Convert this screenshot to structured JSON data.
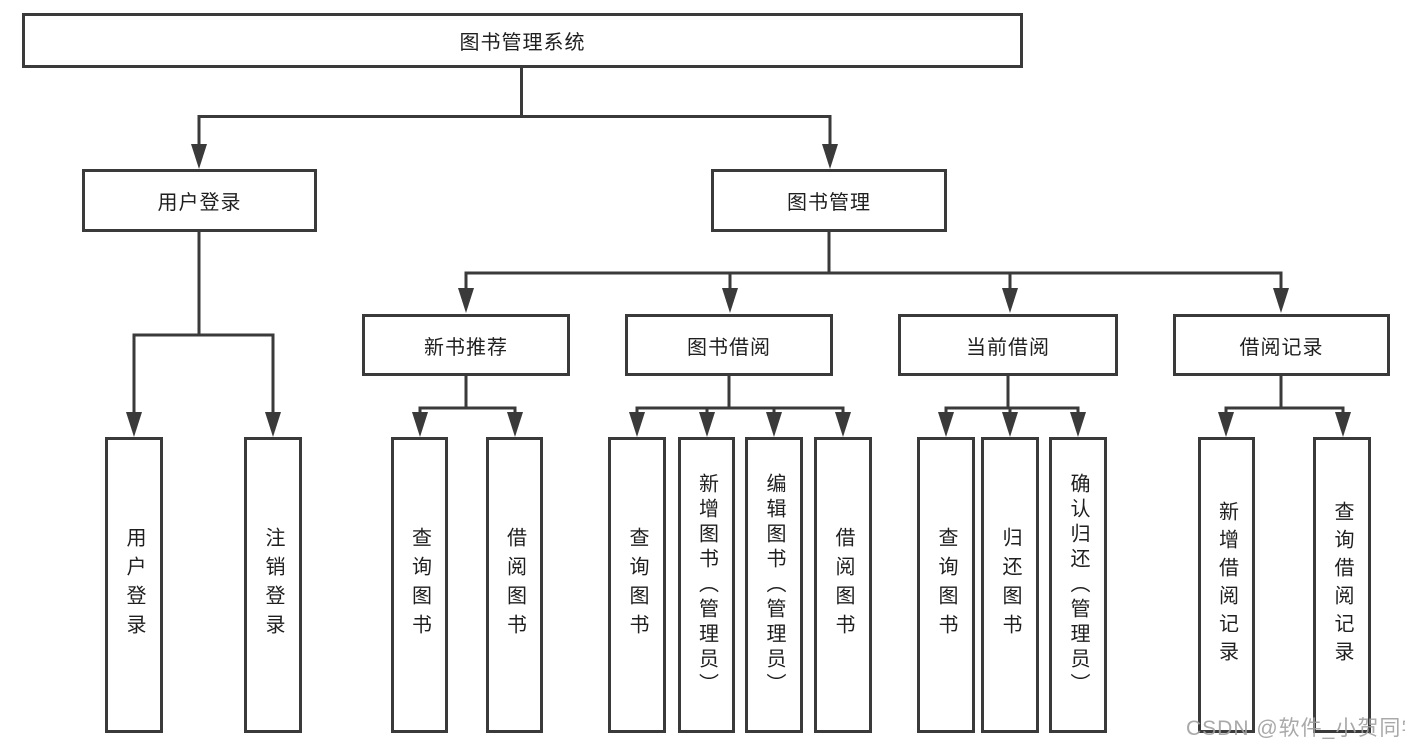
{
  "diagram": {
    "type": "tree",
    "root": {
      "label": "图书管理系统",
      "children": [
        {
          "label": "用户登录",
          "children": [
            {
              "label": "用户登录"
            },
            {
              "label": "注销登录"
            }
          ]
        },
        {
          "label": "图书管理",
          "children": [
            {
              "label": "新书推荐",
              "children": [
                {
                  "label": "查询图书"
                },
                {
                  "label": "借阅图书"
                }
              ]
            },
            {
              "label": "图书借阅",
              "children": [
                {
                  "label": "查询图书"
                },
                {
                  "label": "新增图书（管理员）"
                },
                {
                  "label": "编辑图书（管理员）"
                },
                {
                  "label": "借阅图书"
                }
              ]
            },
            {
              "label": "当前借阅",
              "children": [
                {
                  "label": "查询图书"
                },
                {
                  "label": "归还图书"
                },
                {
                  "label": "确认归还（管理员）"
                }
              ]
            },
            {
              "label": "借阅记录",
              "children": [
                {
                  "label": "新增借阅记录"
                },
                {
                  "label": "查询借阅记录"
                }
              ]
            }
          ]
        }
      ]
    }
  },
  "watermark": {
    "text": "CSDN @软件_小贺同学"
  },
  "colors": {
    "line": "#3a3a3a",
    "box_border": "#3a3a3a",
    "text": "#1f1f1f",
    "background": "#ffffff",
    "watermark": "#a0a0a0"
  }
}
